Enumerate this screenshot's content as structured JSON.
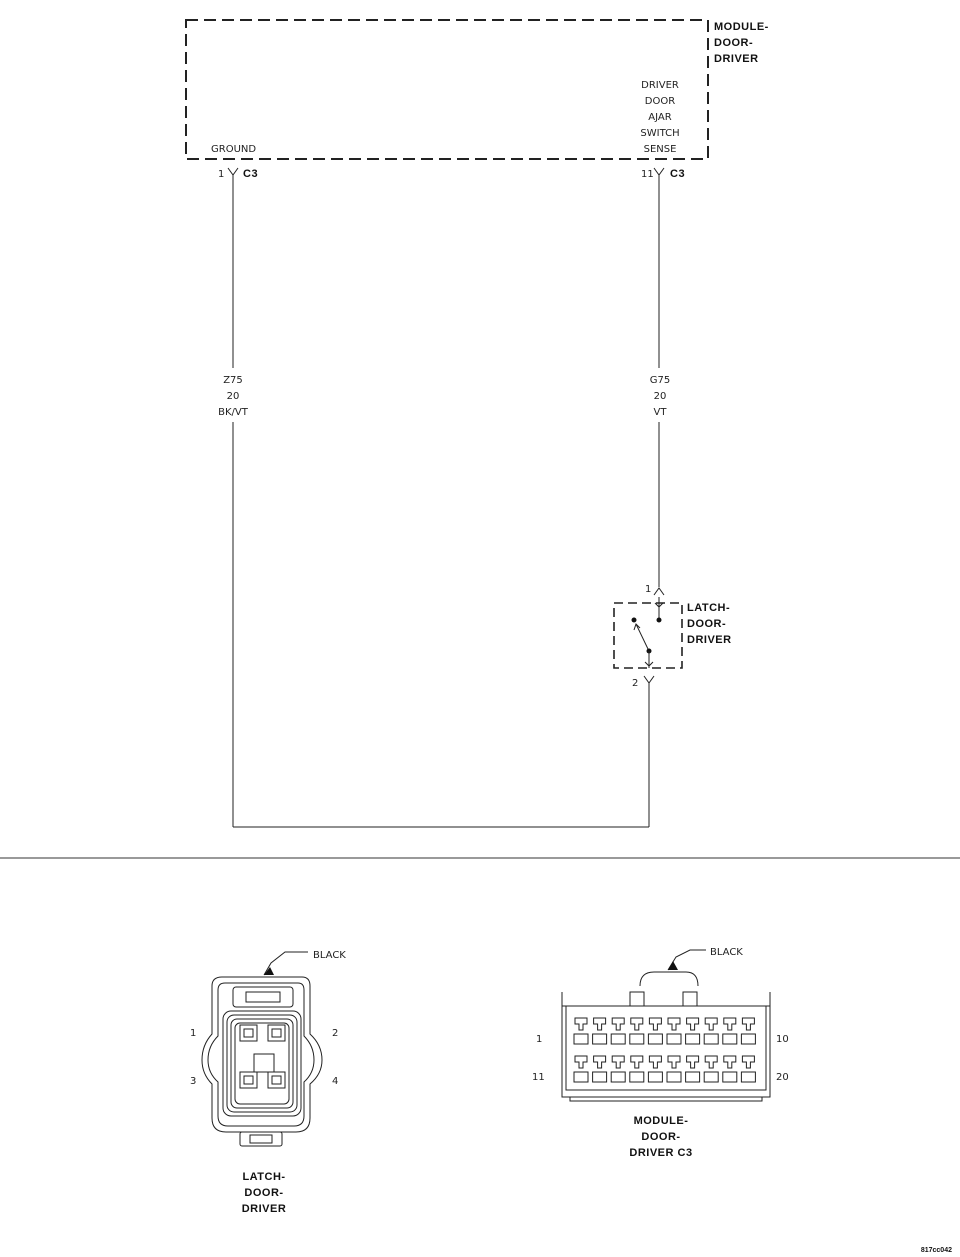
{
  "module": {
    "title_lines": [
      "MODULE-",
      "DOOR-",
      "DRIVER"
    ],
    "ground_label": "GROUND",
    "sense_lines": [
      "DRIVER",
      "DOOR",
      "AJAR",
      "SWITCH",
      "SENSE"
    ],
    "pin_ground": "1",
    "pin_sense": "11",
    "connector": "C3"
  },
  "wires": {
    "left": [
      "Z75",
      "20",
      "BK/VT"
    ],
    "right": [
      "G75",
      "20",
      "VT"
    ]
  },
  "latch": {
    "title_lines": [
      "LATCH-",
      "DOOR-",
      "DRIVER"
    ],
    "pin_top": "1",
    "pin_bottom": "2"
  },
  "latch_connector_view": {
    "color_label": "BLACK",
    "pins": [
      "1",
      "2",
      "3",
      "4"
    ],
    "title_lines": [
      "LATCH-",
      "DOOR-",
      "DRIVER"
    ]
  },
  "module_connector_view": {
    "color_label": "BLACK",
    "pin_labels": [
      "1",
      "10",
      "11",
      "20"
    ],
    "title_lines": [
      "MODULE-",
      "DOOR-",
      "DRIVER C3"
    ]
  },
  "figure_id": "817cc042"
}
